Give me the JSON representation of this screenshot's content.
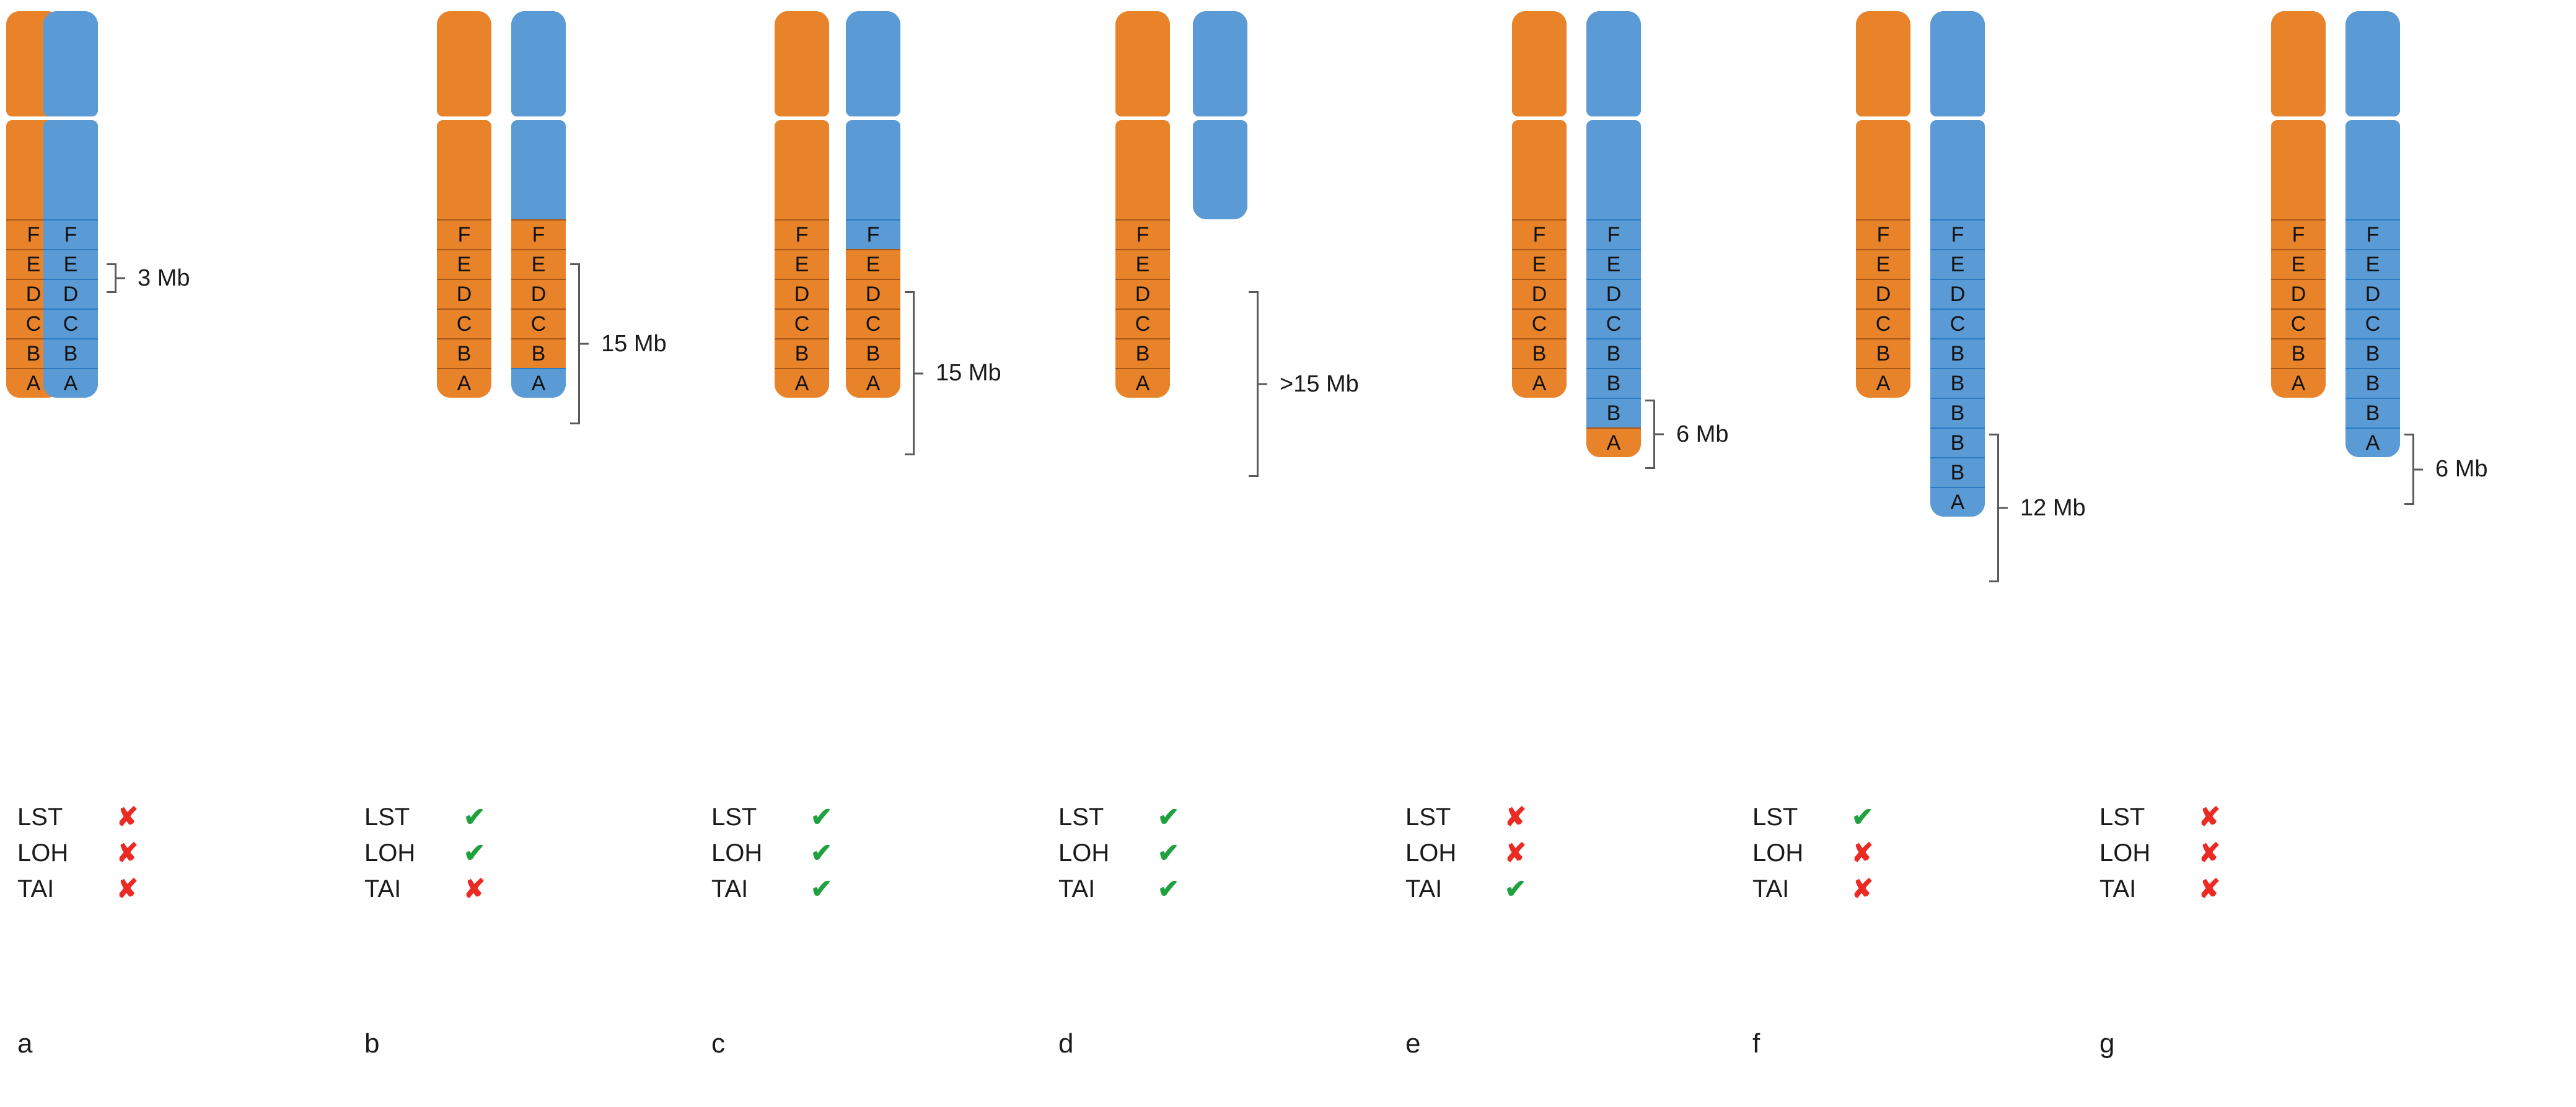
{
  "figure": {
    "colors": {
      "orange": "#e8832a",
      "orange_border": "#c96a1b",
      "blue": "#5b9bd5",
      "blue_border": "#2a7ac4",
      "check_green": "#20a03f",
      "cross_red": "#ec2a24",
      "bracket_gray": "#5a5a5a"
    },
    "marks": {
      "yes": "✔",
      "no": "✘"
    },
    "scar_names": [
      "LST",
      "LOH",
      "TAI"
    ]
  },
  "panels": [
    {
      "letter": "a",
      "left_chromosome": {
        "p_arm_segments": [
          {
            "label": "",
            "color": "orange"
          }
        ],
        "q_arm_segments": [
          {
            "label": "",
            "color": "orange"
          },
          {
            "label": "F",
            "color": "orange"
          },
          {
            "label": "E",
            "color": "orange"
          },
          {
            "label": "D",
            "color": "orange"
          },
          {
            "label": "C",
            "color": "orange"
          },
          {
            "label": "B",
            "color": "orange"
          },
          {
            "label": "A",
            "color": "orange"
          }
        ]
      },
      "right_chromosome": {
        "p_arm_segments": [
          {
            "label": "",
            "color": "blue"
          }
        ],
        "q_arm_segments": [
          {
            "label": "",
            "color": "blue"
          },
          {
            "label": "F",
            "color": "blue"
          },
          {
            "label": "E",
            "color": "blue"
          },
          {
            "label": "D",
            "color": "blue"
          },
          {
            "label": "C",
            "color": "blue"
          },
          {
            "label": "B",
            "color": "blue"
          },
          {
            "label": "A",
            "color": "blue"
          }
        ]
      },
      "bracket": {
        "label": "3 Mb"
      },
      "scars": {
        "LST": "no",
        "LOH": "no",
        "TAI": "no"
      }
    },
    {
      "letter": "b",
      "left_chromosome": {
        "p_arm_segments": [
          {
            "label": "",
            "color": "orange"
          }
        ],
        "q_arm_segments": [
          {
            "label": "",
            "color": "orange"
          },
          {
            "label": "F",
            "color": "orange"
          },
          {
            "label": "E",
            "color": "orange"
          },
          {
            "label": "D",
            "color": "orange"
          },
          {
            "label": "C",
            "color": "orange"
          },
          {
            "label": "B",
            "color": "orange"
          },
          {
            "label": "A",
            "color": "orange"
          }
        ]
      },
      "right_chromosome": {
        "p_arm_segments": [
          {
            "label": "",
            "color": "blue"
          }
        ],
        "q_arm_segments": [
          {
            "label": "",
            "color": "blue"
          },
          {
            "label": "F",
            "color": "orange"
          },
          {
            "label": "E",
            "color": "orange"
          },
          {
            "label": "D",
            "color": "orange"
          },
          {
            "label": "C",
            "color": "orange"
          },
          {
            "label": "B",
            "color": "orange"
          },
          {
            "label": "A",
            "color": "blue"
          }
        ]
      },
      "bracket": {
        "label": "15 Mb"
      },
      "scars": {
        "LST": "yes",
        "LOH": "yes",
        "TAI": "no"
      }
    },
    {
      "letter": "c",
      "left_chromosome": {
        "p_arm_segments": [
          {
            "label": "",
            "color": "orange"
          }
        ],
        "q_arm_segments": [
          {
            "label": "",
            "color": "orange"
          },
          {
            "label": "F",
            "color": "orange"
          },
          {
            "label": "E",
            "color": "orange"
          },
          {
            "label": "D",
            "color": "orange"
          },
          {
            "label": "C",
            "color": "orange"
          },
          {
            "label": "B",
            "color": "orange"
          },
          {
            "label": "A",
            "color": "orange"
          }
        ]
      },
      "right_chromosome": {
        "p_arm_segments": [
          {
            "label": "",
            "color": "blue"
          }
        ],
        "q_arm_segments": [
          {
            "label": "",
            "color": "blue"
          },
          {
            "label": "F",
            "color": "blue"
          },
          {
            "label": "E",
            "color": "orange"
          },
          {
            "label": "D",
            "color": "orange"
          },
          {
            "label": "C",
            "color": "orange"
          },
          {
            "label": "B",
            "color": "orange"
          },
          {
            "label": "A",
            "color": "orange"
          }
        ]
      },
      "bracket": {
        "label": "15 Mb"
      },
      "scars": {
        "LST": "yes",
        "LOH": "yes",
        "TAI": "yes"
      }
    },
    {
      "letter": "d",
      "left_chromosome": {
        "p_arm_segments": [
          {
            "label": "",
            "color": "orange"
          }
        ],
        "q_arm_segments": [
          {
            "label": "",
            "color": "orange"
          },
          {
            "label": "F",
            "color": "orange"
          },
          {
            "label": "E",
            "color": "orange"
          },
          {
            "label": "D",
            "color": "orange"
          },
          {
            "label": "C",
            "color": "orange"
          },
          {
            "label": "B",
            "color": "orange"
          },
          {
            "label": "A",
            "color": "orange"
          }
        ]
      },
      "right_chromosome": {
        "p_arm_segments": [
          {
            "label": "",
            "color": "blue"
          }
        ],
        "q_arm_segments": [
          {
            "label": "",
            "color": "blue"
          }
        ]
      },
      "bracket": {
        "label": ">15 Mb"
      },
      "scars": {
        "LST": "yes",
        "LOH": "yes",
        "TAI": "yes"
      }
    },
    {
      "letter": "e",
      "left_chromosome": {
        "p_arm_segments": [
          {
            "label": "",
            "color": "orange"
          }
        ],
        "q_arm_segments": [
          {
            "label": "",
            "color": "orange"
          },
          {
            "label": "F",
            "color": "orange"
          },
          {
            "label": "E",
            "color": "orange"
          },
          {
            "label": "D",
            "color": "orange"
          },
          {
            "label": "C",
            "color": "orange"
          },
          {
            "label": "B",
            "color": "orange"
          },
          {
            "label": "A",
            "color": "orange"
          }
        ]
      },
      "right_chromosome": {
        "p_arm_segments": [
          {
            "label": "",
            "color": "blue"
          }
        ],
        "q_arm_segments": [
          {
            "label": "",
            "color": "blue"
          },
          {
            "label": "F",
            "color": "blue"
          },
          {
            "label": "E",
            "color": "blue"
          },
          {
            "label": "D",
            "color": "blue"
          },
          {
            "label": "C",
            "color": "blue"
          },
          {
            "label": "B",
            "color": "blue"
          },
          {
            "label": "B",
            "color": "blue"
          },
          {
            "label": "B",
            "color": "blue"
          },
          {
            "label": "A",
            "color": "orange"
          }
        ]
      },
      "bracket": {
        "label": "6 Mb"
      },
      "scars": {
        "LST": "no",
        "LOH": "no",
        "TAI": "yes"
      }
    },
    {
      "letter": "f",
      "left_chromosome": {
        "p_arm_segments": [
          {
            "label": "",
            "color": "orange"
          }
        ],
        "q_arm_segments": [
          {
            "label": "",
            "color": "orange"
          },
          {
            "label": "F",
            "color": "orange"
          },
          {
            "label": "E",
            "color": "orange"
          },
          {
            "label": "D",
            "color": "orange"
          },
          {
            "label": "C",
            "color": "orange"
          },
          {
            "label": "B",
            "color": "orange"
          },
          {
            "label": "A",
            "color": "orange"
          }
        ]
      },
      "right_chromosome": {
        "p_arm_segments": [
          {
            "label": "",
            "color": "blue"
          }
        ],
        "q_arm_segments": [
          {
            "label": "",
            "color": "blue"
          },
          {
            "label": "F",
            "color": "blue"
          },
          {
            "label": "E",
            "color": "blue"
          },
          {
            "label": "D",
            "color": "blue"
          },
          {
            "label": "C",
            "color": "blue"
          },
          {
            "label": "B",
            "color": "blue"
          },
          {
            "label": "B",
            "color": "blue"
          },
          {
            "label": "B",
            "color": "blue"
          },
          {
            "label": "B",
            "color": "blue"
          },
          {
            "label": "B",
            "color": "blue"
          },
          {
            "label": "A",
            "color": "blue"
          }
        ]
      },
      "bracket": {
        "label": "12 Mb"
      },
      "scars": {
        "LST": "yes",
        "LOH": "no",
        "TAI": "no"
      }
    },
    {
      "letter": "g",
      "left_chromosome": {
        "p_arm_segments": [
          {
            "label": "",
            "color": "orange"
          }
        ],
        "q_arm_segments": [
          {
            "label": "",
            "color": "orange"
          },
          {
            "label": "F",
            "color": "orange"
          },
          {
            "label": "E",
            "color": "orange"
          },
          {
            "label": "D",
            "color": "orange"
          },
          {
            "label": "C",
            "color": "orange"
          },
          {
            "label": "B",
            "color": "orange"
          },
          {
            "label": "A",
            "color": "orange"
          }
        ]
      },
      "right_chromosome": {
        "p_arm_segments": [
          {
            "label": "",
            "color": "blue"
          }
        ],
        "q_arm_segments": [
          {
            "label": "",
            "color": "blue"
          },
          {
            "label": "F",
            "color": "blue"
          },
          {
            "label": "E",
            "color": "blue"
          },
          {
            "label": "D",
            "color": "blue"
          },
          {
            "label": "C",
            "color": "blue"
          },
          {
            "label": "B",
            "color": "blue"
          },
          {
            "label": "B",
            "color": "blue"
          },
          {
            "label": "B",
            "color": "blue"
          },
          {
            "label": "A",
            "color": "blue"
          }
        ]
      },
      "bracket": {
        "label": "6 Mb"
      },
      "scars": {
        "LST": "no",
        "LOH": "no",
        "TAI": "no"
      }
    }
  ]
}
